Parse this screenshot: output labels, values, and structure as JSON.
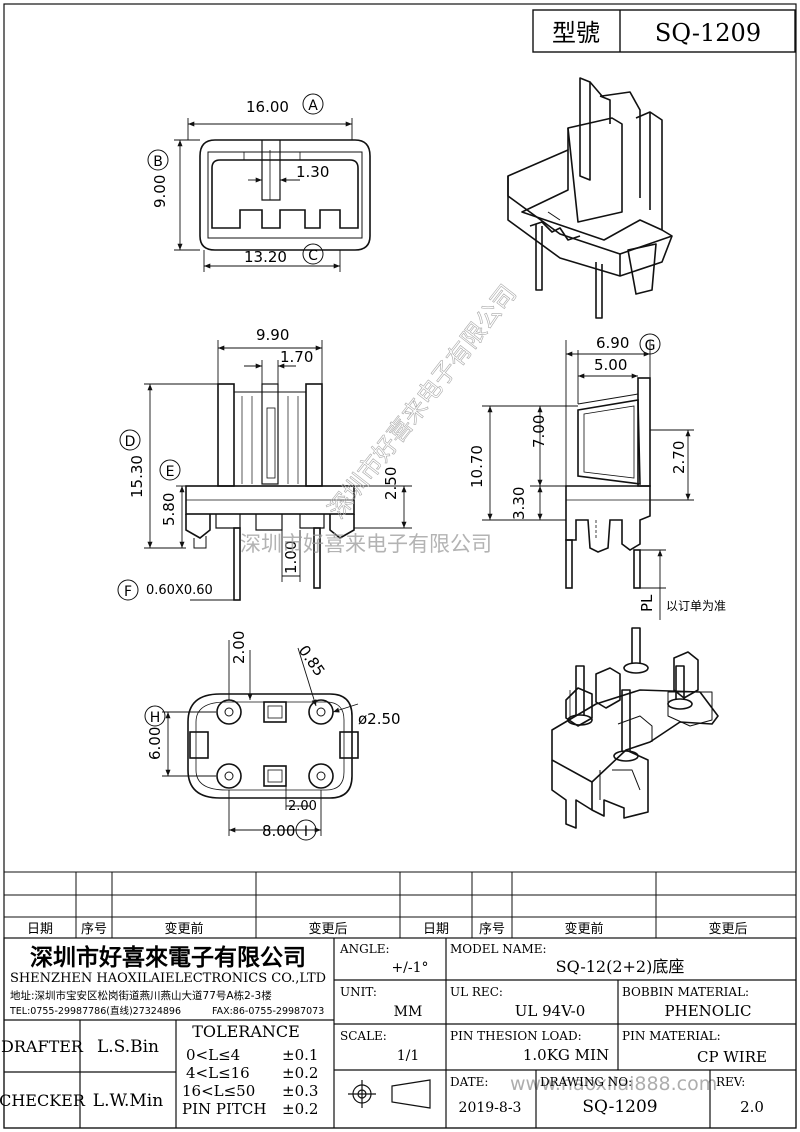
{
  "header": {
    "model_label": "型號",
    "model_value": "SQ-1209"
  },
  "dimensions": {
    "top_width": "16.00",
    "top_height": "9.00",
    "top_slot": "1.30",
    "top_bottom_width": "13.20",
    "front_width": "9.90",
    "front_slot": "1.70",
    "front_total_height": "15.30",
    "front_base_height": "5.80",
    "front_right_height": "2.50",
    "front_pin_gap": "1.00",
    "pin_section": "0.60X0.60",
    "side_width": "6.90",
    "side_inner_width": "5.00",
    "side_total_height": "10.70",
    "side_upper_height": "7.00",
    "side_right_height": "2.70",
    "side_base_height": "3.30",
    "pin_length_label": "PL",
    "pin_length_note": "以订单为准",
    "bottom_offset": "2.00",
    "bottom_radius": "0.85",
    "bottom_hole_dia": "ø2.50",
    "bottom_height": "6.00",
    "bottom_small": "2.00",
    "bottom_width": "8.00"
  },
  "markers": {
    "A": "A",
    "B": "B",
    "C": "C",
    "D": "D",
    "E": "E",
    "F": "F",
    "G": "G",
    "H": "H",
    "I": "I"
  },
  "watermark": {
    "company": "深圳市好喜来电子有限公司",
    "url": "www.haoxilai888.com"
  },
  "revision_table": {
    "date_header": "日期",
    "seq_header": "序号",
    "before_header": "变更前",
    "after_header": "变更后"
  },
  "company": {
    "name_cn": "深圳市好喜來電子有限公司",
    "name_en": "SHENZHEN HAOXILAIELECTRONICS CO.,LTD",
    "address": "地址:深圳市宝安区松岗街道燕川燕山大道77号A栋2-3楼",
    "tel": "TEL:0755-29987786(直线)27324896",
    "fax": "FAX:86-0755-29987073"
  },
  "title_block": {
    "angle_label": "ANGLE:",
    "angle_value": "+/-1°",
    "model_name_label": "MODEL NAME:",
    "model_name_value": "SQ-12(2+2)底座",
    "unit_label": "UNIT:",
    "unit_value": "MM",
    "ul_rec_label": "UL REC:",
    "ul_rec_value": "UL 94V-0",
    "bobbin_material_label": "BOBBIN MATERIAL:",
    "bobbin_material_value": "PHENOLIC",
    "drafter_label": "DRAFTER",
    "drafter_value": "L.S.Bin",
    "checker_label": "CHECKER",
    "checker_value": "L.W.Min",
    "tolerance_label": "TOLERANCE",
    "tolerances": [
      {
        "range": "0<L≤4",
        "value": "±0.1"
      },
      {
        "range": "4<L≤16",
        "value": "±0.2"
      },
      {
        "range": "16<L≤50",
        "value": "±0.3"
      },
      {
        "range": "PIN PITCH",
        "value": "±0.2"
      }
    ],
    "scale_label": "SCALE:",
    "scale_value": "1/1",
    "pin_load_label": "PIN THESION LOAD:",
    "pin_load_value": "1.0KG MIN",
    "pin_material_label": "PIN MATERIAL:",
    "pin_material_value": "CP  WIRE",
    "date_label": "DATE:",
    "date_value": "2019-8-3",
    "drawing_no_label": "DRAWING NO:",
    "drawing_no_value": "SQ-1209",
    "rev_label": "REV:",
    "rev_value": "2.0"
  }
}
